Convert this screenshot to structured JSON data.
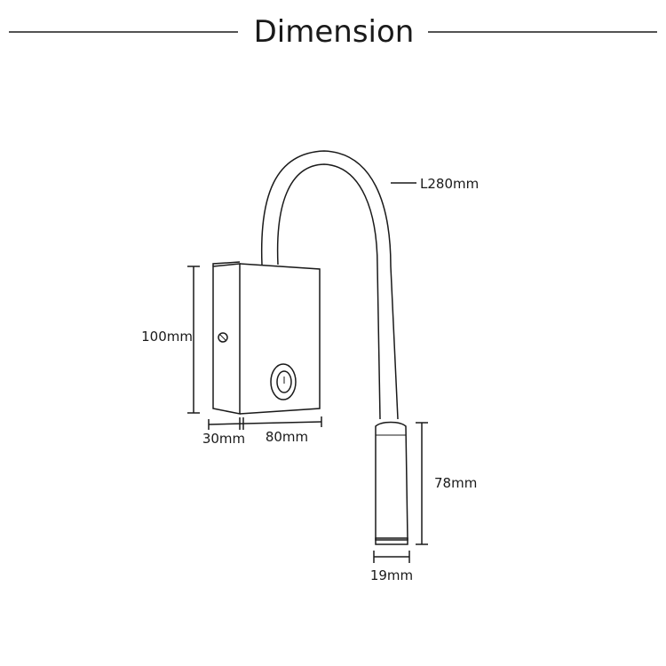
{
  "header": {
    "title": "Dimension"
  },
  "dimensions": {
    "height_box": "100mm",
    "depth_box": "30mm",
    "width_box": "80mm",
    "gooseneck_length": "L280mm",
    "head_length": "78mm",
    "head_diameter": "19mm"
  },
  "colors": {
    "ink": "#1a1a1a",
    "background": "#ffffff"
  }
}
